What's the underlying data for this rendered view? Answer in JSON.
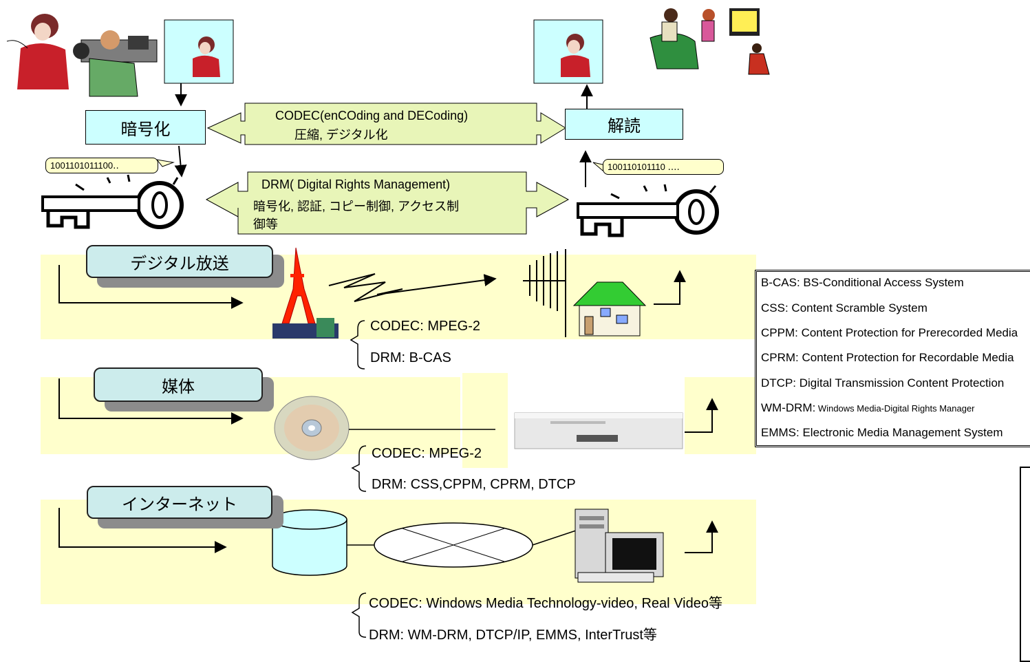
{
  "encode_label": "暗号化",
  "decode_label": "解読",
  "codec_box": {
    "line1": "CODEC(enCOding and DECoding)",
    "line2": "圧縮, デジタル化"
  },
  "drm_box": {
    "line1": "DRM( Digital Rights Management)",
    "line2": "暗号化, 認証, コピー制御, アクセス制",
    "line3": "御等"
  },
  "bubble_left": "1001101011100‥",
  "bubble_right": "100110101110 ‥‥",
  "sections": {
    "broadcast": {
      "label": "デジタル放送",
      "codec": "CODEC: MPEG-2",
      "drm": "DRM: B-CAS"
    },
    "media": {
      "label": "媒体",
      "codec": "CODEC: MPEG-2",
      "drm": "DRM: CSS,CPPM, CPRM, DTCP"
    },
    "internet": {
      "label": "インターネット",
      "codec": "CODEC: Windows Media Technology-video, Real Video等",
      "drm": "DRM: WM-DRM, DTCP/IP, EMMS, InterTrust等"
    }
  },
  "legend": [
    {
      "abbr": "B-CAS:",
      "text": " BS-Conditional Access System"
    },
    {
      "abbr": "CSS:",
      "text": " Content Scramble System"
    },
    {
      "abbr": "CPPM:",
      "text": " Content Protection for Prerecorded Media"
    },
    {
      "abbr": "CPRM:",
      "text": " Content Protection for Recordable Media"
    },
    {
      "abbr": "DTCP:",
      "text": " Digital Transmission Content Protection"
    },
    {
      "abbr": "WM-DRM:",
      "text": " Windows Media-Digital Rights Manager"
    },
    {
      "abbr": "EMMS:",
      "text": " Electronic Media Management System"
    }
  ],
  "colors": {
    "band": "#ffffcc",
    "blue_box": "#ccffff",
    "tab_face": "#ccecec",
    "tower": "#ff2200",
    "house_roof": "#33cc33"
  }
}
